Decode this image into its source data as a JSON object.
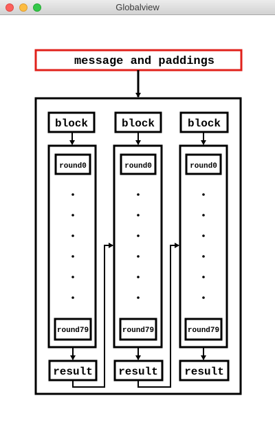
{
  "window": {
    "title": "Globalview"
  },
  "diagram": {
    "message_label": "message and paddings",
    "columns": [
      {
        "block_label": "block",
        "first_round": "round0",
        "last_round": "round79",
        "result_label": "result"
      },
      {
        "block_label": "block",
        "first_round": "round0",
        "last_round": "round79",
        "result_label": "result"
      },
      {
        "block_label": "block",
        "first_round": "round0",
        "last_round": "round79",
        "result_label": "result"
      }
    ],
    "accent_color": "#e0211b"
  }
}
